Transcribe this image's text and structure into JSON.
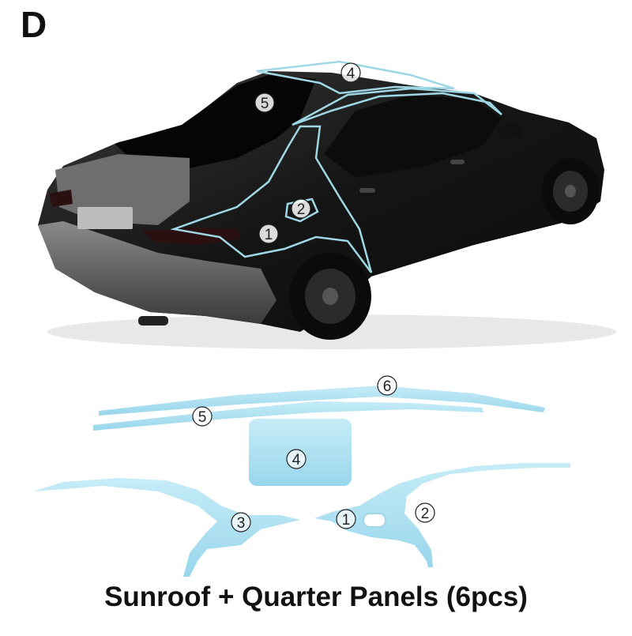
{
  "variant_letter": "D",
  "caption": "Sunroof + Quarter Panels (6pcs)",
  "colors": {
    "film_fill": "#a9dcef",
    "film_outline": "#9fd8e4",
    "car_body": "#1a1a1a"
  },
  "car_callouts": [
    "1",
    "2",
    "4",
    "5"
  ],
  "piece_callouts": [
    "1",
    "2",
    "3",
    "4",
    "5",
    "6"
  ]
}
